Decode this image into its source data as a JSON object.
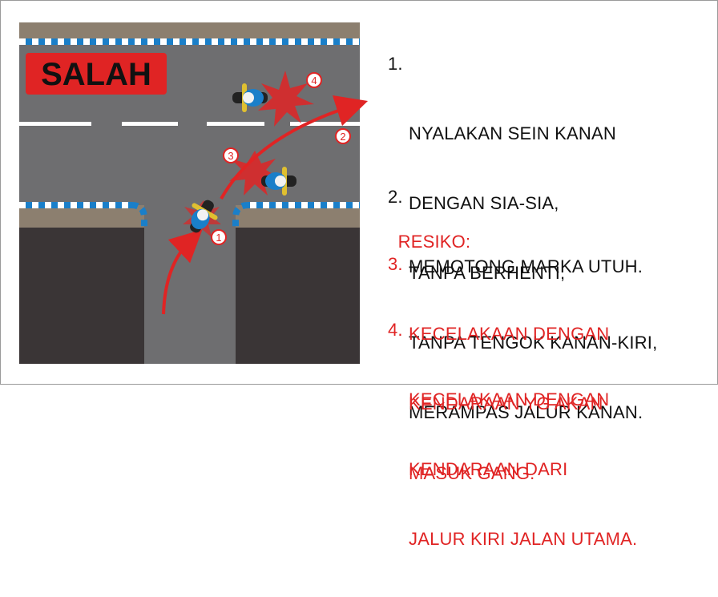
{
  "illustration": {
    "title": "SALAH",
    "markers": [
      "1",
      "2",
      "3",
      "4"
    ]
  },
  "instructions": [
    {
      "number": "1.",
      "lines": [
        "NYALAKAN SEIN KANAN",
        "DENGAN SIA-SIA,",
        "TANPA BERHENTI,",
        "TANPA TENGOK KANAN-KIRI,",
        "MERAMPAS JALUR KANAN."
      ]
    },
    {
      "number": "2.",
      "lines": [
        "MEMOTONG MARKA UTUH."
      ]
    }
  ],
  "risk": {
    "heading": "RESIKO:",
    "items": [
      {
        "number": "3.",
        "lines": [
          "KECELAKAAN DENGAN",
          "KENDARAAN YG AKAN",
          "MASUK GANG."
        ]
      },
      {
        "number": "4.",
        "lines": [
          "KECELAKAAN DENGAN",
          "KENDARAAN DARI",
          "JALUR KIRI JALAN UTAMA."
        ]
      }
    ]
  },
  "colors": {
    "road": "#6e6e70",
    "dark_block": "#3a3536",
    "curb_top": "#8c7f6f",
    "warning_red": "#e02424",
    "curb_blue": "#1a7fc9"
  }
}
